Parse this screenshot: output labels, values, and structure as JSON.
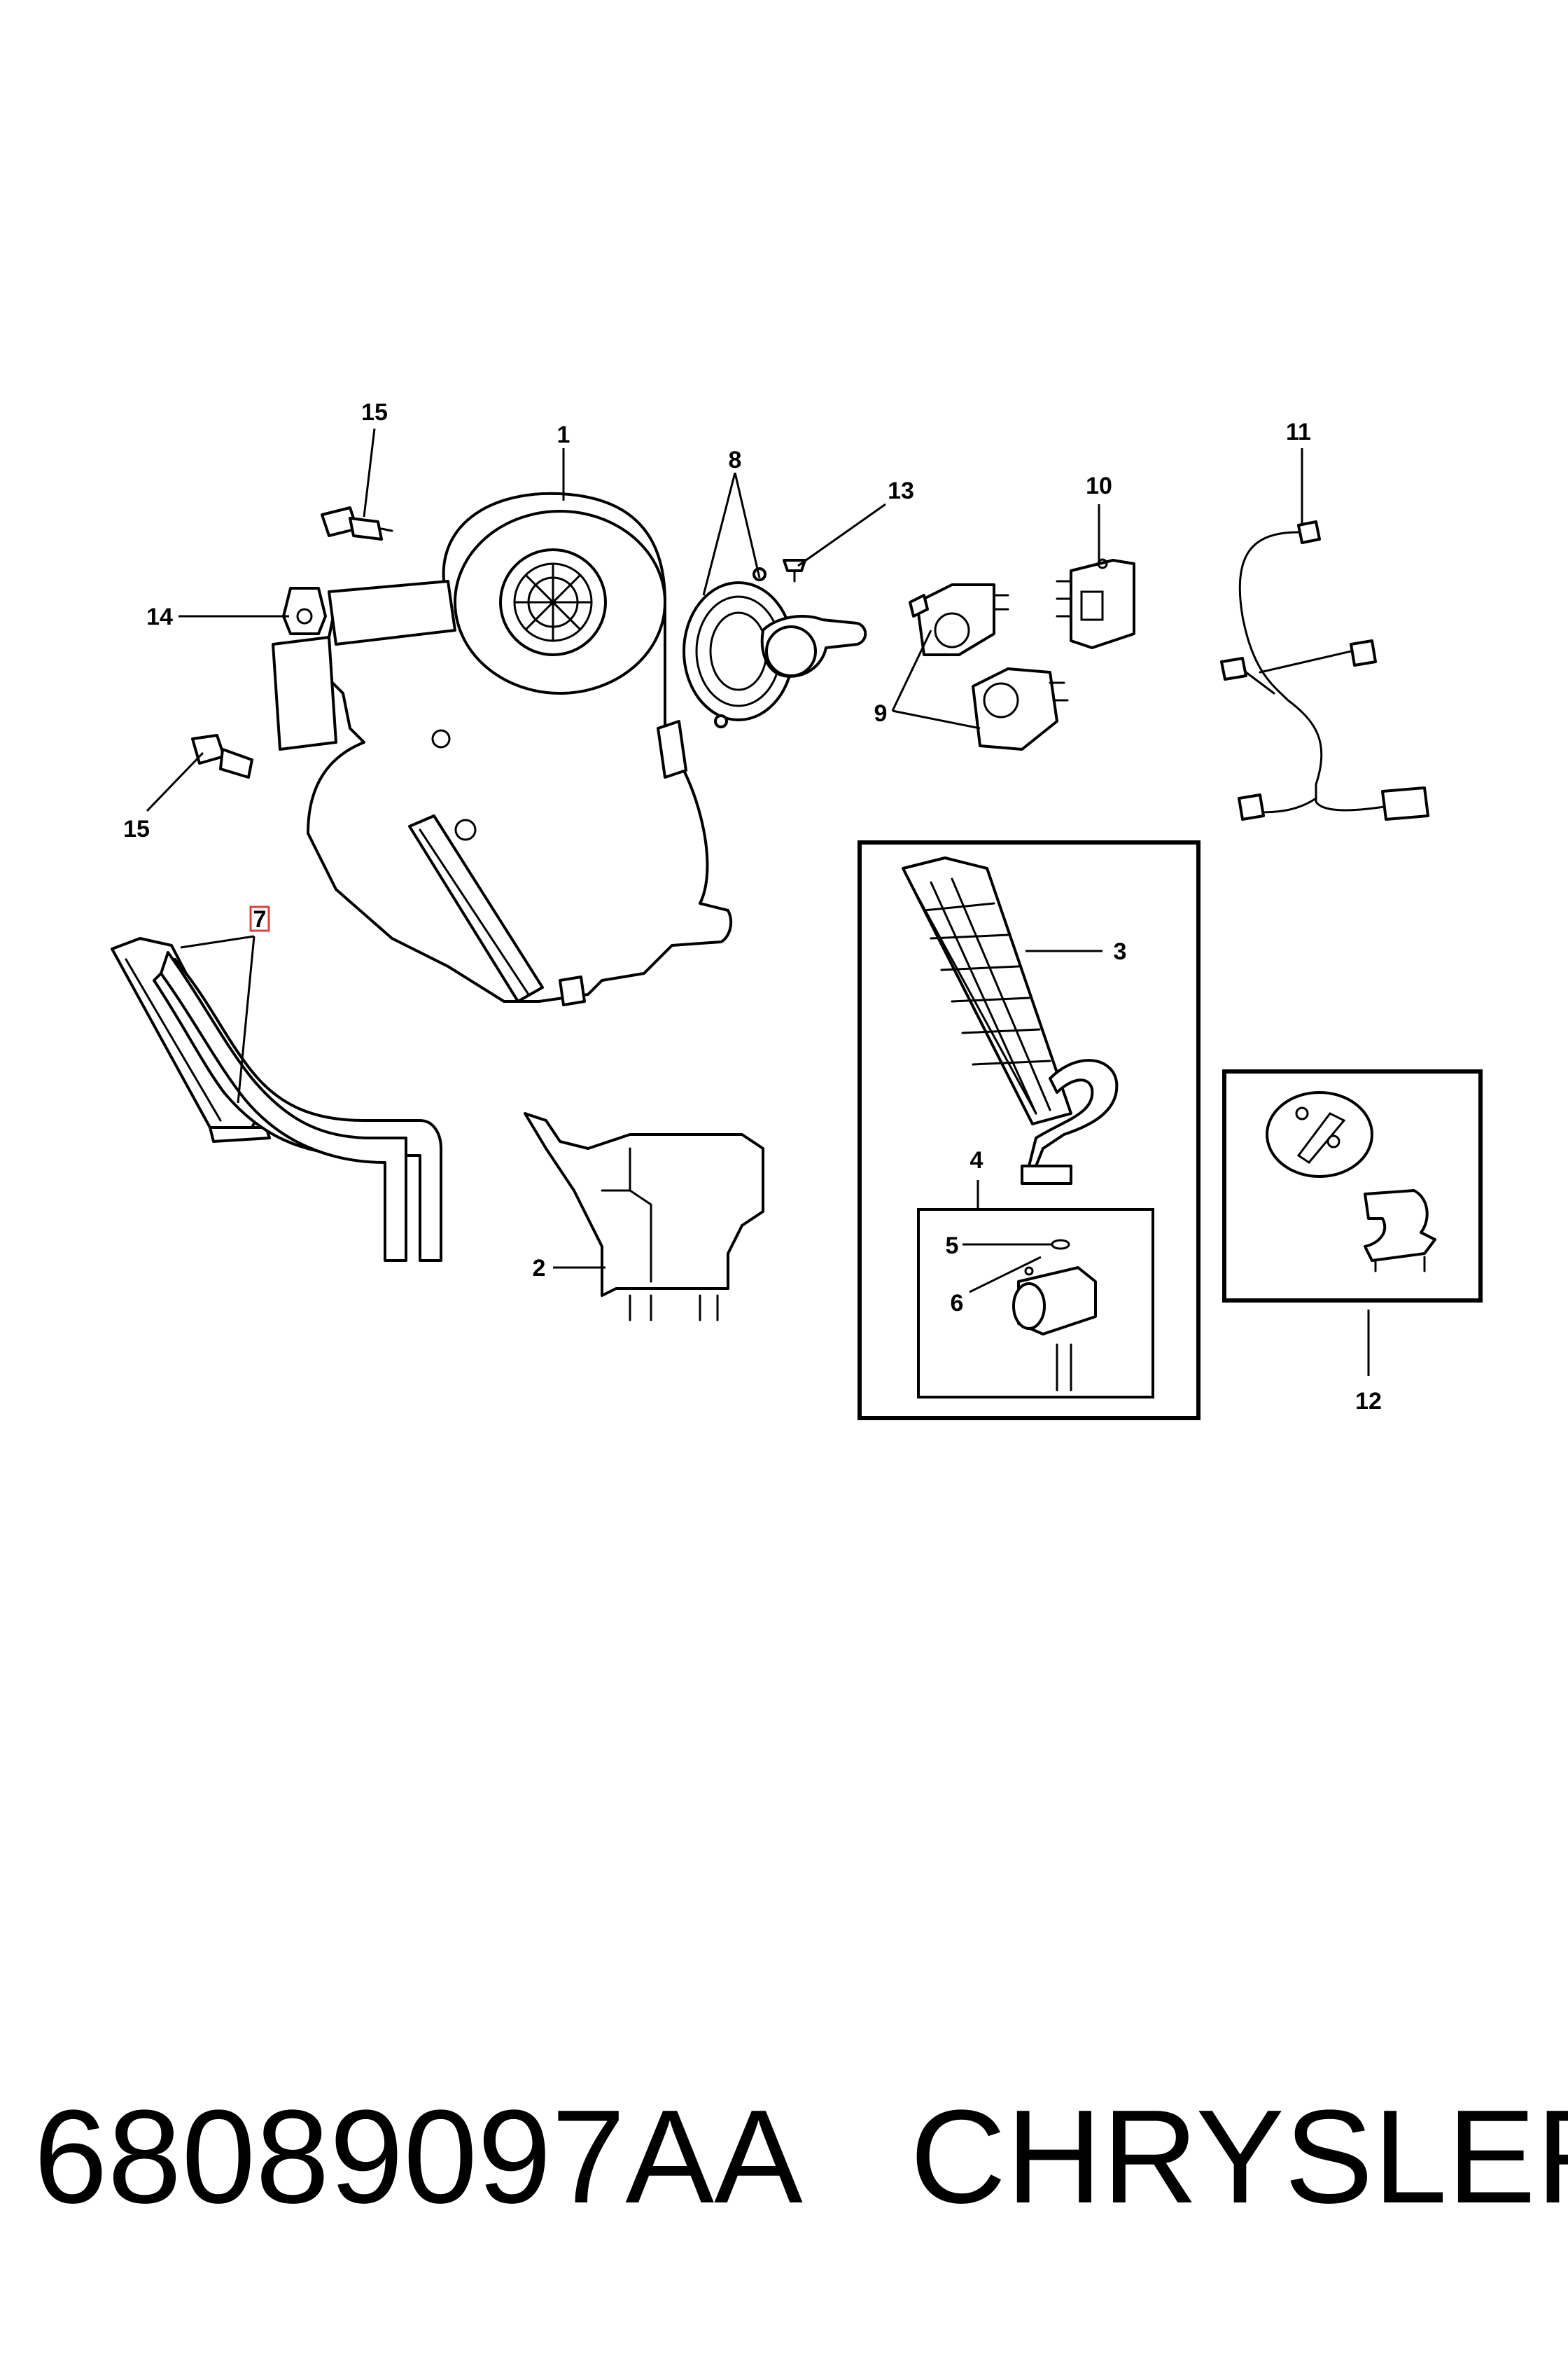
{
  "callouts": {
    "c1": "1",
    "c2": "2",
    "c3": "3",
    "c4": "4",
    "c5": "5",
    "c6": "6",
    "c7": "7",
    "c8": "8",
    "c9": "9",
    "c10": "10",
    "c11": "11",
    "c12": "12",
    "c13": "13",
    "c14": "14",
    "c15a": "15",
    "c15b": "15"
  },
  "highlight_color": "#e0403a",
  "footer": {
    "part_number": "68089097AA",
    "brand": "CHRYSLER"
  }
}
